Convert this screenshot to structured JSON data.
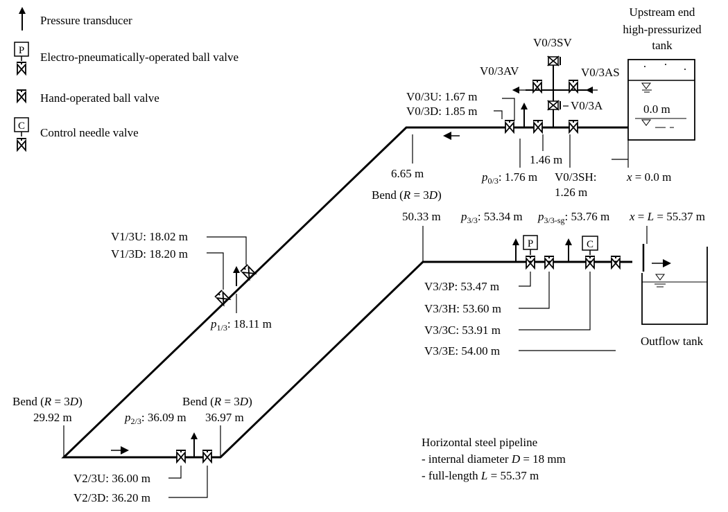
{
  "legend": {
    "transducer": "Pressure transducer",
    "electro_valve": "Electro-pneumatically-operated ball valve",
    "electro_valve_symbol": "P",
    "hand_valve": "Hand-operated ball valve",
    "needle_valve": "Control needle valve",
    "needle_valve_symbol": "C"
  },
  "tank_up": {
    "line1": "Upstream end",
    "line2": "high-pressurized",
    "line3": "tank",
    "level": "0.0 m"
  },
  "tank_out": {
    "label": "Outflow tank"
  },
  "valves_top": {
    "sv": "V0/3SV",
    "av": "V0/3AV",
    "as": "V0/3AS",
    "a": "V0/3A",
    "u": "V0/3U: 1.67 m",
    "d": "V0/3D: 1.85 m",
    "p03_pos": "1.46 m",
    "p03_p": "p",
    "p03_sub": "0/3",
    "p03_val": ": 1.76 m",
    "sh": "V0/3SH:",
    "sh_val": "1.26 m",
    "x0": "x = 0.0 m",
    "x0_x": "x",
    "x0_rest": " = 0.0 m"
  },
  "top_bend": {
    "pos": "6.65 m",
    "bend_a": "Bend (",
    "bend_r": "R",
    "bend_b": " = 3",
    "bend_d": "D",
    "bend_c": ")"
  },
  "right_bend": {
    "pos": "50.33 m"
  },
  "diag_upper": {
    "u": "V1/3U: 18.02 m",
    "d": "V1/3D: 18.20 m",
    "p_p": "p",
    "p_sub": "1/3",
    "p_val": ": 18.11 m"
  },
  "bottom_left": {
    "bend_a": "Bend (",
    "bend_r": "R",
    "bend_b": " = 3",
    "bend_d": "D",
    "bend_c": ")",
    "pos": "29.92 m"
  },
  "bottom_right": {
    "bend_a": "Bend (",
    "bend_r": "R",
    "bend_b": " = 3",
    "bend_d": "D",
    "bend_c": ")",
    "pos": "36.97 m"
  },
  "bottom_valves": {
    "p_p": "p",
    "p_sub": "2/3",
    "p_val": ": 36.09 m",
    "u": "V2/3U: 36.00 m",
    "d": "V2/3D: 36.20 m"
  },
  "outlet": {
    "p33_p": "p",
    "p33_sub": "3/3",
    "p33_val": ": 53.34 m",
    "p33sg_p": "p",
    "p33sg_sub": "3/3-sg",
    "p33sg_val": ": 53.76 m",
    "xL_x": "x",
    "xL_mid": " = ",
    "xL_L": "L",
    "xL_val": " = 55.37 m",
    "v3p": "V3/3P: 53.47 m",
    "v3h": "V3/3H: 53.60 m",
    "v3c": "V3/3C: 53.91 m",
    "v3e": "V3/3E: 54.00 m"
  },
  "notes": {
    "line1": "Horizontal steel pipeline",
    "line2a": "- internal diameter ",
    "line2d": "D",
    "line2b": " = 18 mm",
    "line3a": "- full-length ",
    "line3l": "L",
    "line3b": " = 55.37 m"
  }
}
